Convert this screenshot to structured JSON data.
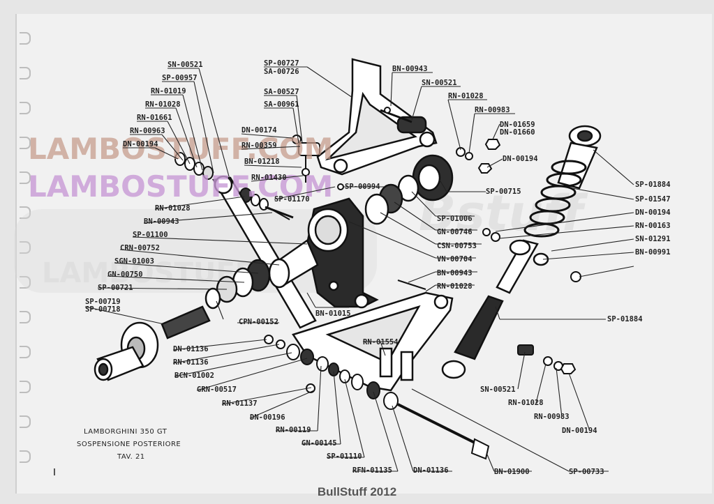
{
  "watermarks": {
    "primary": "LAMBOSTUFF.COM",
    "secondary": "LAMBOSTUFF.COM",
    "ghost_left": "LAMBOSTUFF",
    "ghost_right": "Bstuff"
  },
  "caption": {
    "line1": "LAMBORGHINI 350 GT",
    "line2": "SOSPENSIONE POSTERIORE",
    "line3": "TAV. 21"
  },
  "footer_credit": "BullStuff 2012",
  "part_labels": [
    "SN-00521",
    "SP-00957",
    "RN-01019",
    "RN-01028",
    "RN-01661",
    "RN-00963",
    "DN-00194",
    "SP-00727",
    "SA-00726",
    "SA-00527",
    "SA-00961",
    "DN-00174",
    "RN-00359",
    "BN-01218",
    "RN-01430",
    "BN-00943",
    "SN-00521",
    "RN-01028",
    "RN-00983",
    "DN-01659",
    "DN-01660",
    "DN-00194",
    "SP-00994",
    "SP-01170",
    "SP-00715",
    "RN-01028",
    "BN-00943",
    "SP-01100",
    "CRN-00752",
    "SGN-01003",
    "GN-00750",
    "SP-00721",
    "SP-00719",
    "SP-00718",
    "SP-01006",
    "GN-00746",
    "CSN-00753",
    "VN-00704",
    "BN-00943",
    "RN-01028",
    "BN-01015",
    "CPN-00152",
    "SP-01884",
    "SP-01547",
    "DN-00194",
    "RN-00163",
    "SN-01291",
    "BN-00991",
    "SP-01884",
    "RN-01554",
    "DN-01136",
    "RN-01136",
    "BCN-01002",
    "GRN-00517",
    "RN-01137",
    "DN-00196",
    "RN-00119",
    "GN-00145",
    "SP-01110",
    "RFN-01135",
    "DN-01136",
    "SN-00521",
    "RN-01028",
    "RN-00983",
    "DN-00194",
    "BN-01900",
    "SP-00733"
  ]
}
